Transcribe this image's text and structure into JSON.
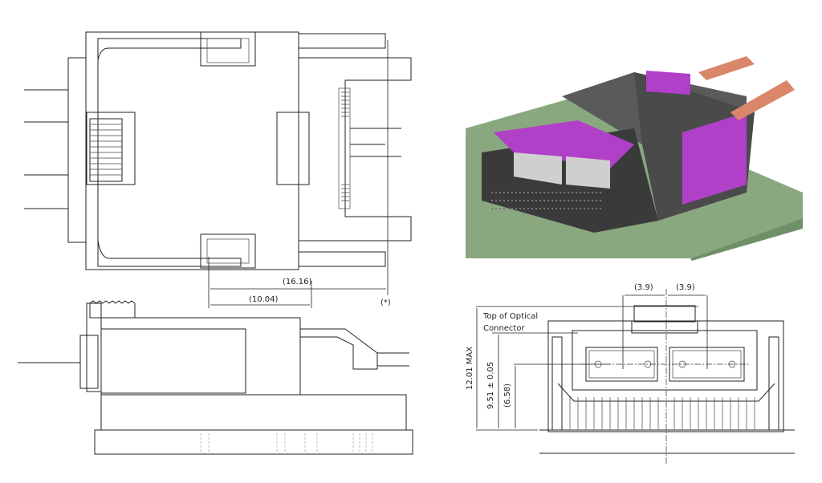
{
  "top_view": {
    "dim_outer": "(16.16)",
    "dim_inner": "(10.04)",
    "note_mark": "(*)"
  },
  "front_view": {
    "pitch_left": "(3.9)",
    "pitch_right": "(3.9)",
    "top_label_line1": "Top of Optical",
    "top_label_line2": "Connector",
    "height_max": "12.01 MAX",
    "height_connector": "9.51 ± 0.05",
    "height_axis": "(6.58)"
  },
  "colors": {
    "housing": "#4a4a4a",
    "latch": "#b040c8",
    "pcb": "#8aa880",
    "ribbon": "#d9866a"
  }
}
